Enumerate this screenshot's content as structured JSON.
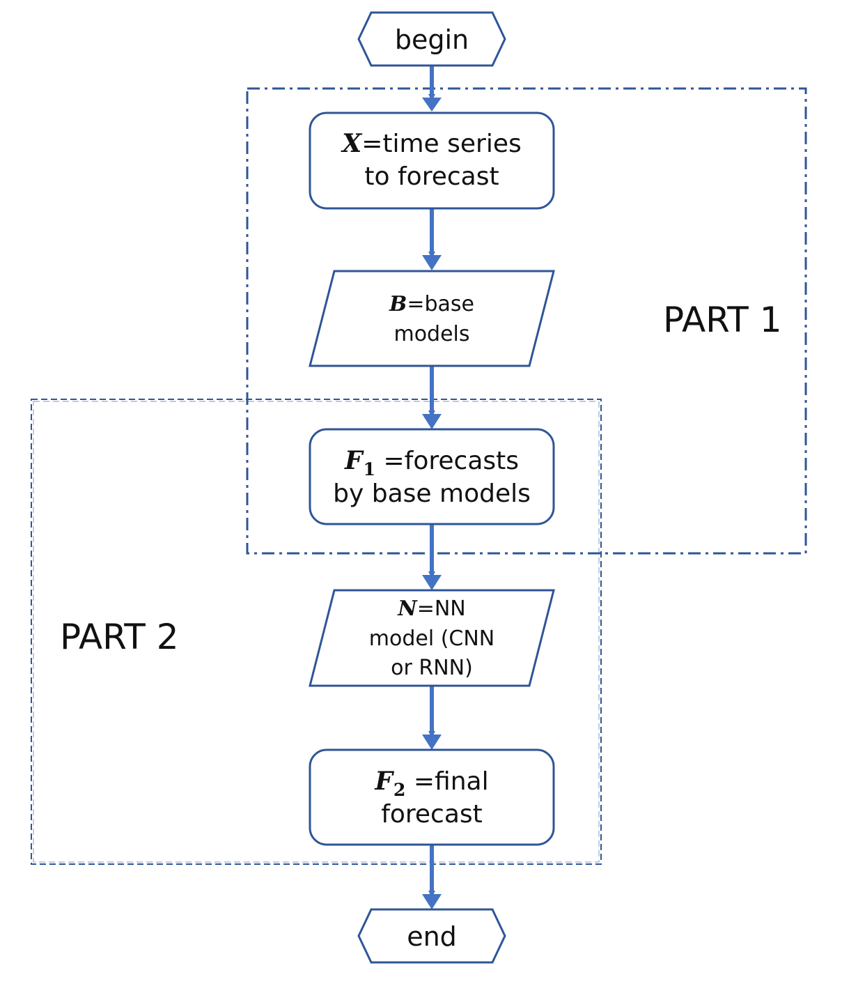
{
  "nodes": {
    "begin": {
      "text": "begin"
    },
    "x_series": {
      "symbol": "X",
      "eq": "=time series",
      "line2": "to forecast"
    },
    "b_models": {
      "symbol": "B",
      "eq": "=base",
      "line2": "models"
    },
    "f1": {
      "symbol": "F",
      "subscript": "1",
      "eq": " =forecasts",
      "line2": "by base models"
    },
    "nn": {
      "symbol": "N",
      "eq": "=NN",
      "line2": "model (CNN",
      "line3": "or RNN)"
    },
    "f2": {
      "symbol": "F",
      "subscript": "2",
      "eq": " =final",
      "line2": "forecast"
    },
    "end": {
      "text": "end"
    }
  },
  "regions": {
    "part1": "PART 1",
    "part2": "PART 2"
  },
  "colors": {
    "shape_stroke": "#2F5597",
    "arrow": "#4472C4",
    "region_border": "#2F5597"
  }
}
